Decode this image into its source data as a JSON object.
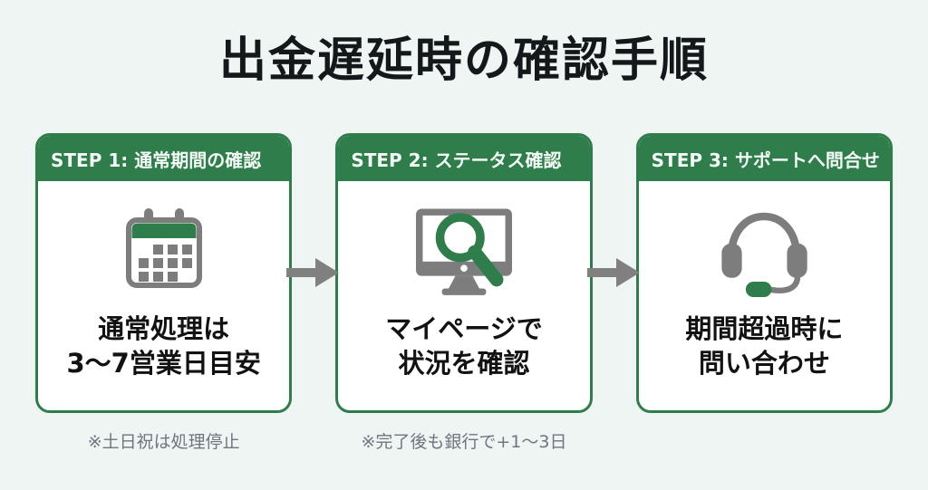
{
  "title": "出金遅延時の確認手順",
  "colors": {
    "accent_green": "#2e7d4a",
    "icon_gray": "#7d7d7d",
    "arrow_gray": "#808080",
    "background": "#eef5f3",
    "card_background": "#ffffff",
    "footnote_gray": "#6e7680"
  },
  "steps": [
    {
      "header": "STEP 1: 通常期間の確認",
      "icon": "calendar-icon",
      "body_line1": "通常処理は",
      "body_line2": "3〜7営業日目安",
      "footnote": "※土日祝は処理停止"
    },
    {
      "header": "STEP 2: ステータス確認",
      "icon": "monitor-search-icon",
      "body_line1": "マイページで",
      "body_line2": "状況を確認",
      "footnote": "※完了後も銀行で+1〜3日"
    },
    {
      "header": "STEP 3: サポートへ問合せ",
      "icon": "headset-icon",
      "body_line1": "期間超過時に",
      "body_line2": "問い合わせ",
      "footnote": ""
    }
  ],
  "arrow": {
    "direction": "right",
    "count": 2
  }
}
